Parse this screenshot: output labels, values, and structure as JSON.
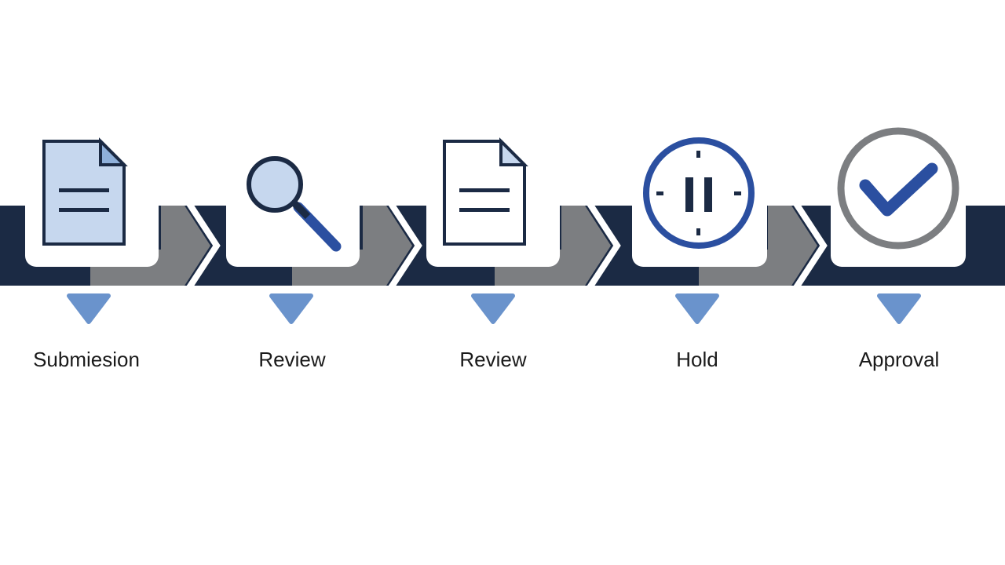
{
  "colors": {
    "band_dark": "#1b2a44",
    "band_gray": "#7c7e81",
    "card": "#ffffff",
    "icon_outline": "#1b2a44",
    "icon_fill_light": "#c6d7ee",
    "accent_blue": "#2b4fa0",
    "marker_blue": "#6a93cc",
    "ring_gray": "#7c7e81"
  },
  "steps": [
    {
      "label": "Submiesion",
      "icon": "filled-document-icon"
    },
    {
      "label": "Review",
      "icon": "magnifier-icon"
    },
    {
      "label": "Review",
      "icon": "document-icon"
    },
    {
      "label": "Hold",
      "icon": "pause-clock-icon"
    },
    {
      "label": "Approval",
      "icon": "checkmark-circle-icon"
    }
  ]
}
